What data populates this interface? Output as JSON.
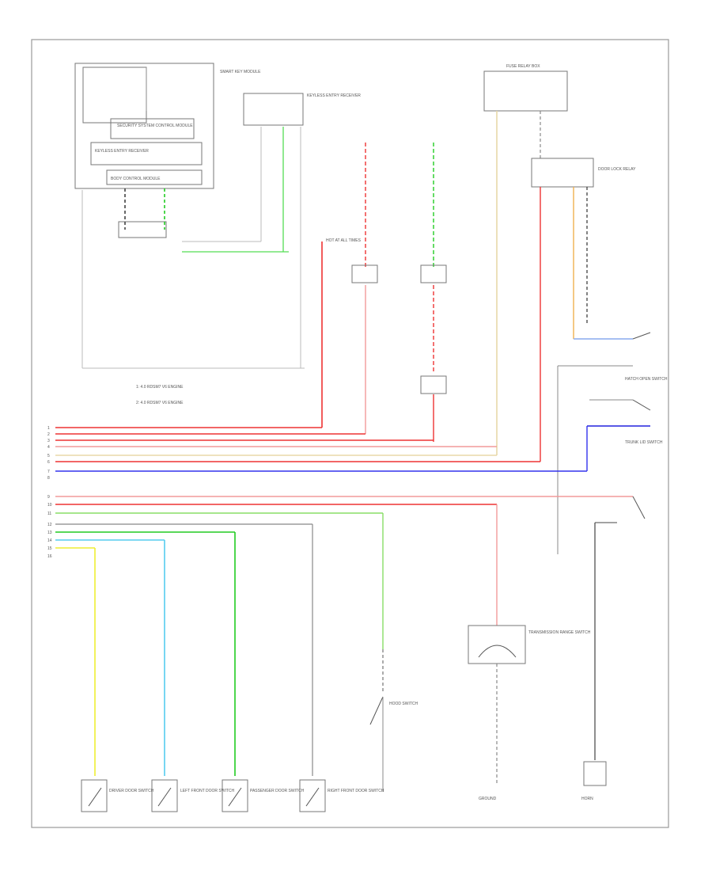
{
  "diagram": {
    "left_column_labels": [
      "1",
      "2",
      "3",
      "4",
      "5",
      "6",
      "7",
      "8"
    ],
    "lower_column_labels": [
      "9",
      "10",
      "11",
      "12",
      "13",
      "14",
      "15",
      "16"
    ],
    "notes": [
      "1: 4.0 RDSM7 V6 ENGINE",
      "2: 4.0 RDSM7 V6 ENGINE"
    ],
    "components": {
      "security_module": "SECURITY SYSTEM CONTROL MODULE",
      "keyless_module": "KEYLESS ENTRY RECEIVER",
      "body_control": "BODY CONTROL MODULE",
      "smart_module": "SMART KEY MODULE",
      "hot_at_all_times": "HOT AT ALL TIMES",
      "relay_box": "FUSE RELAY BOX",
      "door_lock_relay": "DOOR LOCK RELAY",
      "hatch_switch": "HATCH OPEN SWITCH",
      "trunk_switch": "TRUNK LID SWITCH",
      "transmission": "TRANSMISSION RANGE SWITCH",
      "driver_door": "DRIVER DOOR SWITCH",
      "lf_door": "LEFT FRONT DOOR SWITCH",
      "pass_door": "PASSENGER DOOR SWITCH",
      "rf_door": "RIGHT FRONT DOOR SWITCH",
      "hood_switch": "HOOD SWITCH",
      "horn": "HORN",
      "ground": "GROUND"
    },
    "wire_colors": {
      "red": "#ee3333",
      "pink": "#f29a9a",
      "green": "#22cc22",
      "light_green": "#88dd66",
      "blue": "#2222dd",
      "light_blue": "#88aaee",
      "yellow": "#eeee33",
      "cyan": "#55ccee",
      "tan": "#e8d8a8",
      "orange": "#f0b050",
      "gray": "#888888",
      "black": "#333333"
    }
  }
}
